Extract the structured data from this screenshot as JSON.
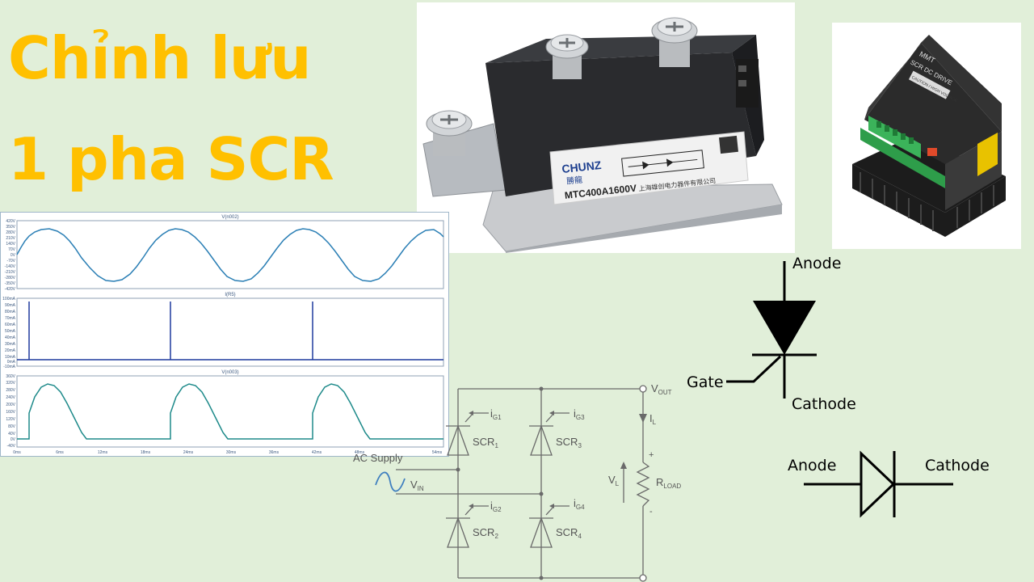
{
  "title": {
    "line1": "Chỉnh lưu",
    "line2": "1 pha SCR"
  },
  "module_photo": {
    "brand": "CHUNZ",
    "brand_sub": "勝龍",
    "model": "MTC400A1600V",
    "maker": "上海雄创电力器件有限公司"
  },
  "drive_photo": {
    "brand": "MMT",
    "name": "SCR DC DRIVE",
    "caution": "CAUTION / HIGH VOLTAGE"
  },
  "waveform": {
    "panel1": {
      "title": "V(n002)",
      "ticks": [
        "420V",
        "350V",
        "280V",
        "210V",
        "140V",
        "70V",
        "0V",
        "-70V",
        "-140V",
        "-210V",
        "-280V",
        "-350V",
        "-420V"
      ]
    },
    "panel2": {
      "title": "I(R5)",
      "ticks": [
        "100mA",
        "90mA",
        "80mA",
        "70mA",
        "60mA",
        "50mA",
        "40mA",
        "30mA",
        "20mA",
        "10mA",
        "0mA",
        "-10mA"
      ]
    },
    "panel3": {
      "title": "V(n003)",
      "ticks": [
        "360V",
        "320V",
        "280V",
        "240V",
        "200V",
        "160V",
        "120V",
        "80V",
        "40V",
        "0V",
        "-40V"
      ]
    },
    "xticks": [
      "0ms",
      "6ms",
      "12ms",
      "18ms",
      "24ms",
      "30ms",
      "36ms",
      "42ms",
      "48ms",
      "54ms"
    ]
  },
  "circuit": {
    "ac_supply": "AC Supply",
    "vin": "V",
    "vin_sub": "IN",
    "vout": "V",
    "vout_sub": "OUT",
    "il": "I",
    "il_sub": "L",
    "vl": "V",
    "vl_sub": "L",
    "rload": "R",
    "rload_sub": "LOAD",
    "plus": "+",
    "minus": "-",
    "ig1": "i",
    "ig1_sub": "G1",
    "ig2": "i",
    "ig2_sub": "G2",
    "ig3": "i",
    "ig3_sub": "G3",
    "ig4": "i",
    "ig4_sub": "G4",
    "scr": "SCR",
    "scr1_sub": "1",
    "scr2_sub": "2",
    "scr3_sub": "3",
    "scr4_sub": "4"
  },
  "scr_symbol": {
    "anode": "Anode",
    "gate": "Gate",
    "cathode": "Cathode"
  },
  "diode_symbol": {
    "anode": "Anode",
    "cathode": "Cathode"
  }
}
